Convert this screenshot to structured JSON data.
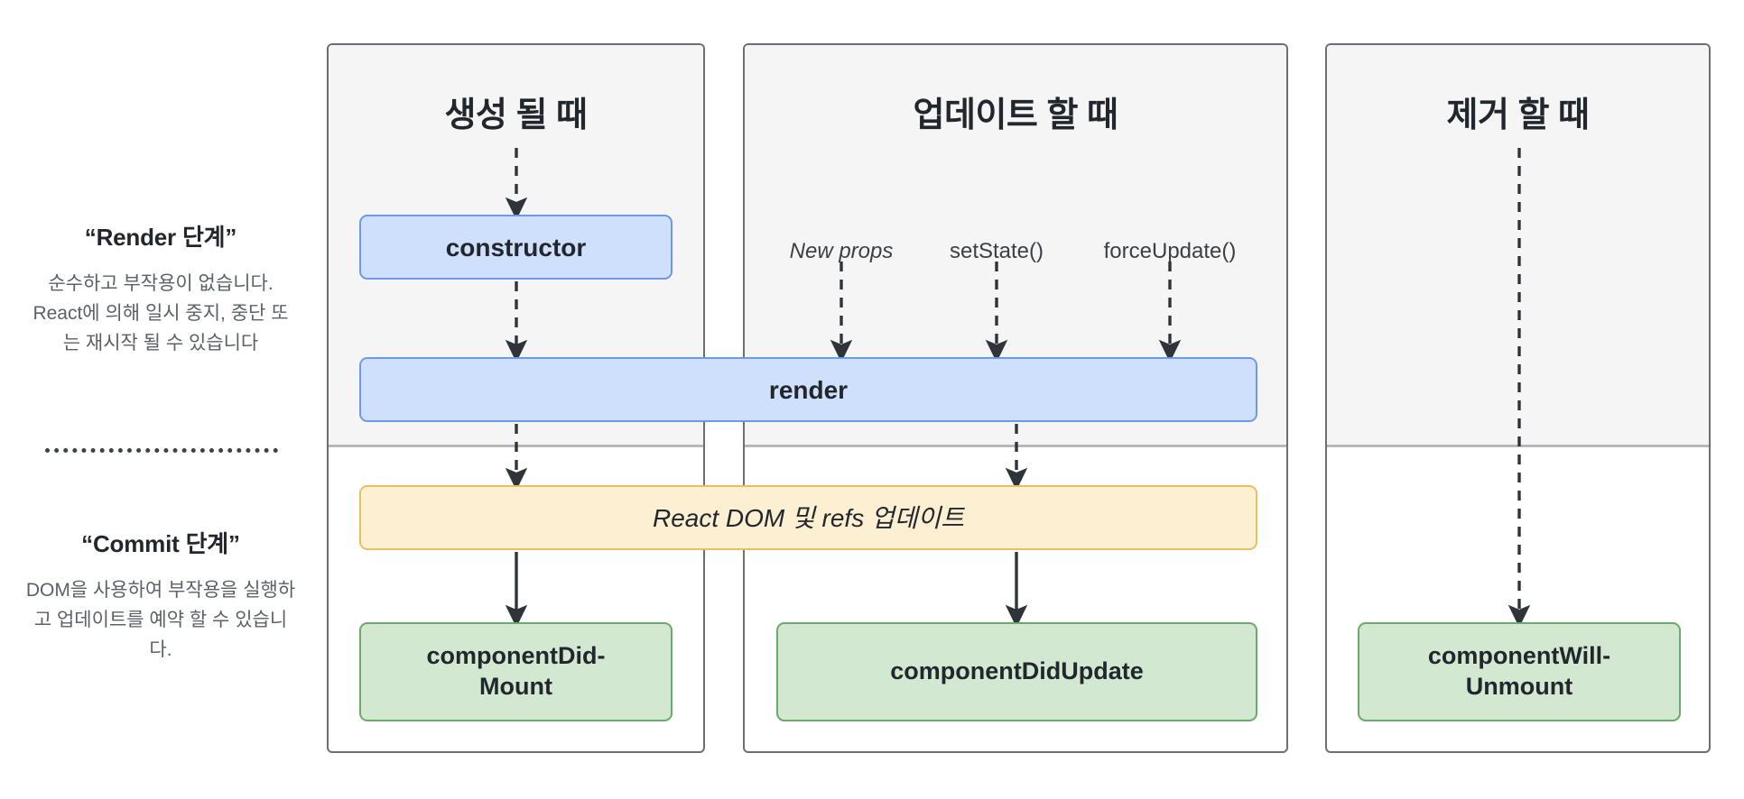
{
  "legend": {
    "render_phase": {
      "title": "“Render 단계”",
      "body": "순수하고 부작용이 없습니다. React에 의해 일시 중지, 중단 또는 재시작 될 수 있습니다"
    },
    "commit_phase": {
      "title": "“Commit 단계”",
      "body": "DOM을 사용하여 부작용을 실행하고 업데이트를 예약 할 수 있습니다."
    }
  },
  "columns": {
    "mount": {
      "heading": "생성 될 때"
    },
    "update": {
      "heading": "업데이트 할 때"
    },
    "unmount": {
      "heading": "제거 할 때"
    }
  },
  "nodes": {
    "constructor": "constructor",
    "render": "render",
    "commit_dom": "React DOM 및 refs 업데이트",
    "component_did_mount": "componentDid-\nMount",
    "component_did_update": "componentDidUpdate",
    "component_will_unmount": "componentWill-\nUnmount"
  },
  "triggers": {
    "new_props": "New props",
    "set_state": "setState()",
    "force_update": "forceUpdate()"
  },
  "colors": {
    "render_box_fill": "#cfe0fd",
    "render_box_border": "#6c9ae8",
    "commit_dom_fill": "#fcefd2",
    "commit_dom_border": "#e8bf67",
    "lifecycle_fill": "#d3e8d1",
    "lifecycle_border": "#6ca96a",
    "panel_border": "#6b6f73",
    "panel_top_fill": "#f5f5f5",
    "arrow": "#2f343a",
    "text_primary": "#22272e",
    "text_secondary": "#5b6168"
  }
}
